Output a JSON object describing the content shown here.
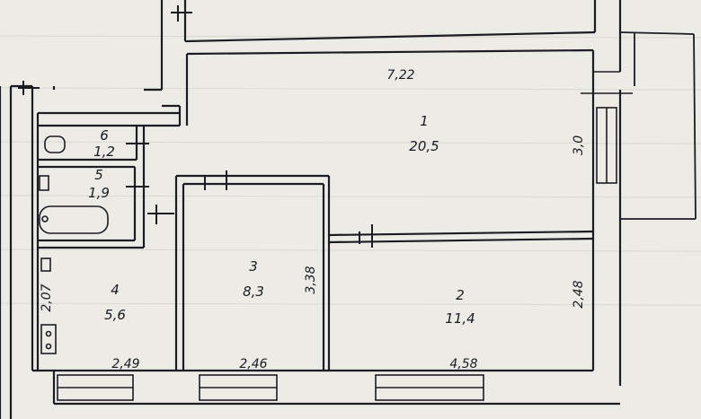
{
  "rooms": [
    {
      "id": "room-1",
      "number": "1",
      "area": "20,5"
    },
    {
      "id": "room-2",
      "number": "2",
      "area": "11,4"
    },
    {
      "id": "room-3",
      "number": "3",
      "area": "8,3"
    },
    {
      "id": "room-4",
      "number": "4",
      "area": "5,6"
    },
    {
      "id": "room-5",
      "number": "5",
      "area": "1,9"
    },
    {
      "id": "room-6",
      "number": "6",
      "area": "1,2"
    }
  ],
  "dimensions": {
    "room1_width": "7,22",
    "room1_depth": "3,0",
    "room2_depth": "2,48",
    "room3_depth": "3,38",
    "room4_depth": "2,07",
    "bottom_left": "2,49",
    "bottom_middle": "2,46",
    "bottom_right": "4,58"
  },
  "colors": {
    "paper": "#ecebe6",
    "ink": "#1c1c24"
  }
}
